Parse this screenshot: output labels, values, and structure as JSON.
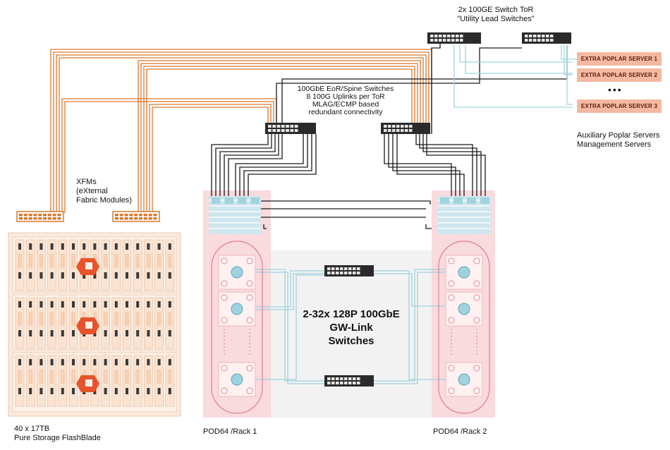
{
  "labels": {
    "tor_title": "2x 100GE Switch ToR",
    "tor_sub": "\"Utility Lead Switches\"",
    "spine_1": "100GbE EoR/Spine Switches",
    "spine_2": "8 100G Uplinks per ToR",
    "spine_3": "MLAG/ECMP based",
    "spine_4": "redundant connectivity",
    "aux_1": "Auxiliary Poplar Servers",
    "aux_2": "Management Servers",
    "xfm_1": "XFMs",
    "xfm_2": "(eXternal",
    "xfm_3": "Fabric Modules)",
    "gw_1": "2-32x 128P 100GbE",
    "gw_2": "GW-Link",
    "gw_3": "Switches",
    "fb_1": "40 x 17TB",
    "fb_2": "Pure Storage FlashBlade",
    "rack1": "POD64 /Rack 1",
    "rack2": "POD64 /Rack 2",
    "ellipsis": "•••"
  },
  "servers": [
    "EXTRA POPLAR SERVER 1",
    "EXTRA POPLAR SERVER 2",
    "EXTRA POPLAR SERVER 3"
  ],
  "colors": {
    "orange_cable": "#d9782d",
    "light_blue_cable": "#9fd3df",
    "black_cable": "#1a1a1a",
    "rack_pink": "#f9d9dc",
    "server_box": "#f4b9a0",
    "gw_area": "#f1f1f1"
  }
}
